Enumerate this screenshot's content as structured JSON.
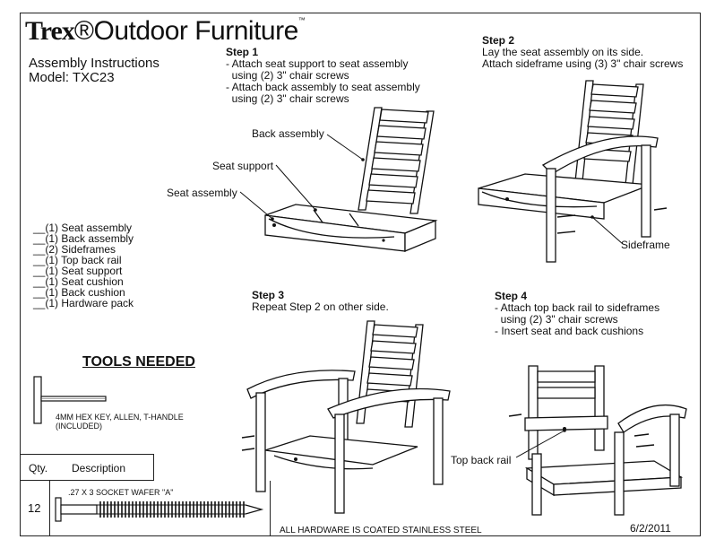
{
  "brand": {
    "bold": "Trex",
    "rest": "Outdoor Furniture",
    "tm": "™"
  },
  "header": {
    "title": "Assembly Instructions",
    "model": "Model: TXC23"
  },
  "steps": [
    {
      "title": "Step 1",
      "lines": [
        "- Attach seat support to seat assembly",
        "  using (2) 3\" chair screws",
        "- Attach back assembly to seat assembly",
        "  using (2) 3\" chair screws"
      ]
    },
    {
      "title": "Step 2",
      "lines": [
        "Lay the seat assembly on its side.",
        "Attach sideframe using (3) 3\" chair screws"
      ]
    },
    {
      "title": "Step 3",
      "lines": [
        "Repeat Step 2 on other side."
      ]
    },
    {
      "title": "Step 4",
      "lines": [
        "- Attach top back rail to sideframes",
        "  using (2) 3\" chair screws",
        "",
        "- Insert seat and back cushions"
      ]
    }
  ],
  "callouts": {
    "back_assembly": "Back assembly",
    "seat_support": "Seat support",
    "seat_assembly": "Seat assembly",
    "sideframe": "Sideframe",
    "top_back_rail": "Top back rail"
  },
  "parts_list": [
    "__(1) Seat assembly",
    "__(1) Back assembly",
    "__(2) Sideframes",
    "__(1) Top back rail",
    "__(1) Seat support",
    "__(1) Seat cushion",
    "__(1) Back cushion",
    "__(1) Hardware pack"
  ],
  "tools": {
    "heading": "TOOLS NEEDED",
    "hex_key": "4MM HEX KEY, ALLEN, T-HANDLE (INCLUDED)"
  },
  "hardware_table": {
    "qty_header": "Qty.",
    "desc_header": "Description",
    "rows": [
      {
        "qty": "12",
        "desc": ".27 X 3 SOCKET WAFER \"A\""
      }
    ]
  },
  "footer": {
    "note": "ALL HARDWARE IS COATED STAINLESS STEEL",
    "date": "6/2/2011"
  }
}
